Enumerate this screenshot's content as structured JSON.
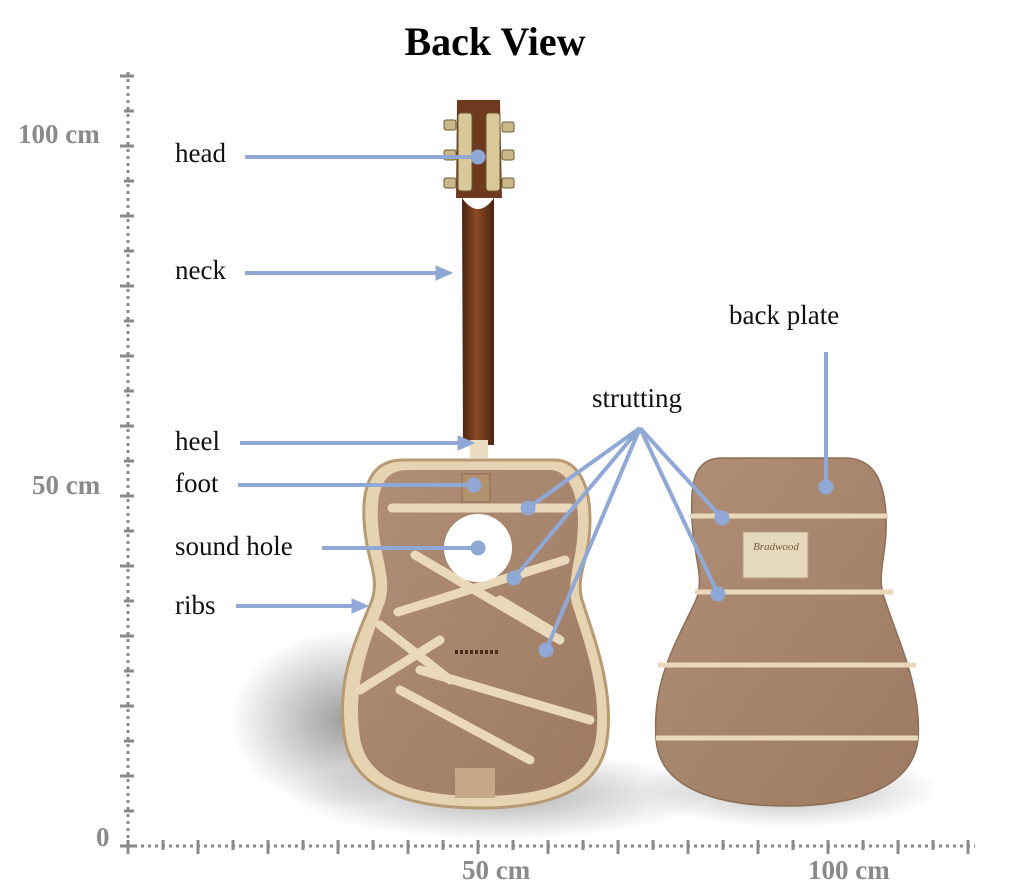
{
  "title": "Back View",
  "axes": {
    "y_labels": [
      "100 cm",
      "50 cm",
      "0"
    ],
    "x_labels": [
      "50 cm",
      "100 cm"
    ]
  },
  "labels": {
    "head": "head",
    "neck": "neck",
    "heel": "heel",
    "foot": "foot",
    "sound_hole": "sound hole",
    "ribs": "ribs",
    "strutting": "strutting",
    "back_plate": "back plate"
  },
  "back_plate_sticker": "Bradwood",
  "colors": {
    "pointer": "#8fa8d6",
    "axis": "#8a8a8a",
    "wood": "#a7856d",
    "neck_wood": "#6e3a1f",
    "strut": "#e8d6b8"
  }
}
